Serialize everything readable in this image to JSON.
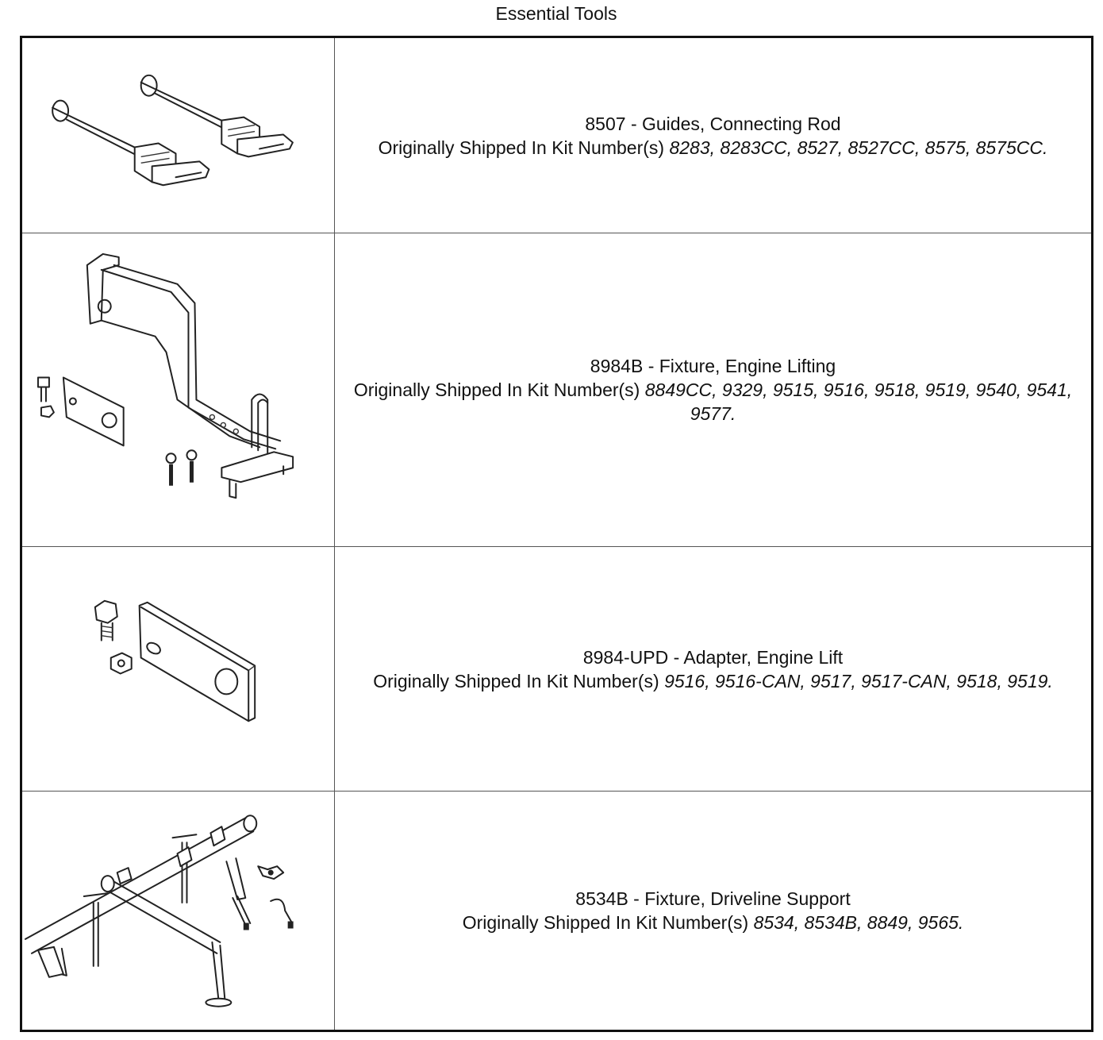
{
  "title": "Essential Tools",
  "tools": [
    {
      "heading": "8507 - Guides, Connecting Rod",
      "kits_prefix": "Originally Shipped In Kit Number(s) ",
      "kits": "8283, 8283CC, 8527, 8527CC, 8575, 8575CC.",
      "illustration": "connecting-rod-guides-icon"
    },
    {
      "heading": "8984B - Fixture, Engine Lifting",
      "kits_prefix": "Originally Shipped In Kit Number(s) ",
      "kits": "8849CC, 9329, 9515, 9516, 9518, 9519, 9540, 9541, 9577.",
      "illustration": "engine-lifting-fixture-icon"
    },
    {
      "heading": "8984-UPD - Adapter, Engine Lift",
      "kits_prefix": "Originally Shipped In Kit Number(s) ",
      "kits": "9516, 9516-CAN, 9517, 9517-CAN, 9518, 9519.",
      "illustration": "engine-lift-adapter-icon"
    },
    {
      "heading": "8534B - Fixture, Driveline Support",
      "kits_prefix": "Originally Shipped In Kit Number(s) ",
      "kits": "8534, 8534B, 8849, 9565.",
      "illustration": "driveline-support-fixture-icon"
    }
  ]
}
